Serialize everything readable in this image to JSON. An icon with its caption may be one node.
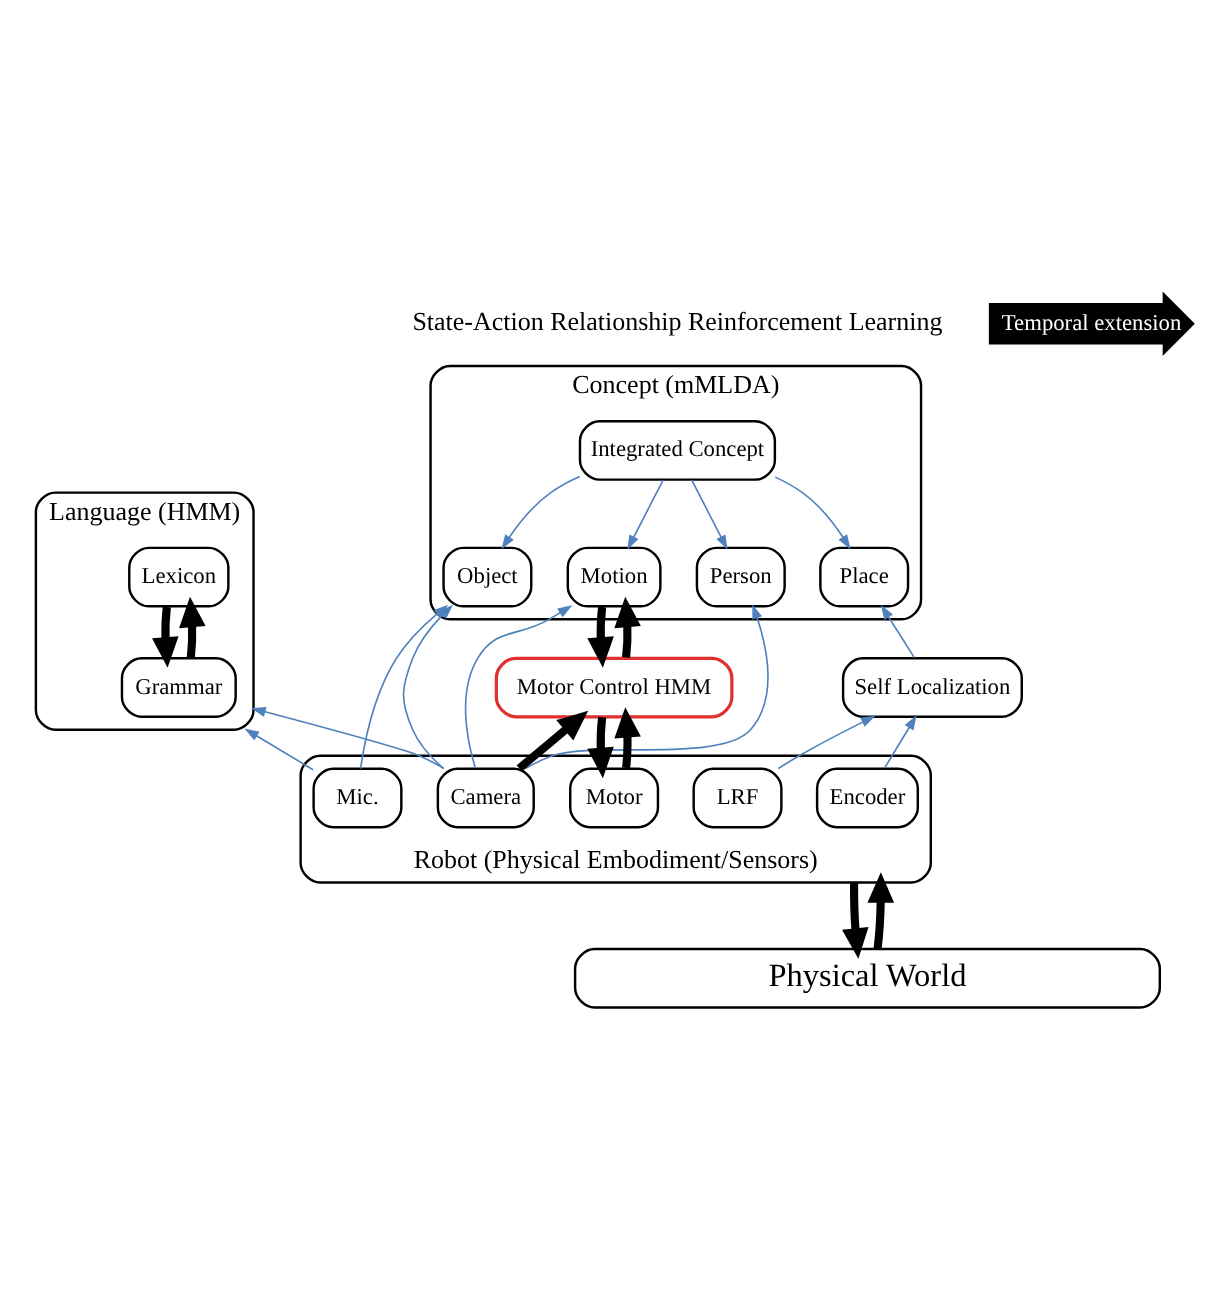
{
  "diagram": {
    "nodes": [
      {
        "text": [
          "Concept (mMLDA)"
        ]
      },
      {
        "text": [
          "Integrated Concept"
        ],
        "in": 0
      },
      {
        "text": [
          "Person"
        ],
        "in": 0
      },
      {
        "text": [
          "Motion"
        ],
        "in": 0
      },
      {
        "text": [
          "Object"
        ],
        "in": 0
      },
      {
        "text": [
          "Place"
        ],
        "in": 0
      },
      {
        "text": [
          "Language (HMM)"
        ]
      },
      {
        "text": [
          "Lexicon"
        ],
        "in": 6
      },
      {
        "text": [
          "Grammar"
        ],
        "in": 6
      },
      {
        "text": [
          "Motor Control HMM"
        ]
      },
      {
        "text": [
          "Self Localization"
        ]
      },
      {
        "text": [
          "Robot (Physical Embodiment/Sensors)"
        ]
      },
      {
        "text": [
          "Camera"
        ],
        "in": 11
      },
      {
        "text": [
          "Motor"
        ],
        "in": 11
      },
      {
        "text": [
          "Encoder"
        ],
        "in": 11
      },
      {
        "text": [
          "LRF"
        ],
        "in": 11
      },
      {
        "text": [
          "Mic."
        ],
        "in": 11
      },
      {
        "text": [
          "Physical World"
        ]
      }
    ],
    "edges": [
      {
        "from": 1,
        "to": 2,
        "arrow": "to"
      },
      {
        "from": 1,
        "to": 3,
        "arrow": "to"
      },
      {
        "from": 1,
        "to": 4,
        "arrow": "to"
      },
      {
        "from": 1,
        "to": 5,
        "arrow": "to"
      },
      {
        "from": 3,
        "to": 9,
        "arrow": "to",
        "style": "thick",
        "color": "#000000"
      },
      {
        "from": 9,
        "to": 3,
        "arrow": "to",
        "style": "thick",
        "color": "#000000"
      },
      {
        "from": 7,
        "to": 8,
        "arrow": "to",
        "style": "thick",
        "color": "#000000"
      },
      {
        "from": 8,
        "to": 7,
        "arrow": "to",
        "style": "thick",
        "color": "#000000"
      },
      {
        "from": 12,
        "to": 2,
        "arrow": "to"
      },
      {
        "from": 12,
        "to": 3,
        "arrow": "to"
      },
      {
        "from": 12,
        "to": 4,
        "arrow": "to"
      },
      {
        "from": 12,
        "to": 6,
        "arrow": "to"
      },
      {
        "from": 10,
        "to": 5,
        "arrow": "to"
      },
      {
        "from": 12,
        "to": 9,
        "arrow": "to",
        "style": "thick",
        "color": "#000000"
      },
      {
        "from": 9,
        "to": 13,
        "arrow": "to",
        "style": "thick",
        "color": "#000000"
      },
      {
        "from": 13,
        "to": 9,
        "arrow": "to",
        "style": "thick",
        "color": "#000000"
      },
      {
        "from": 14,
        "to": 10,
        "arrow": "to"
      },
      {
        "from": 15,
        "to": 10,
        "arrow": "to"
      },
      {
        "from": 16,
        "to": 4,
        "arrow": "to"
      },
      {
        "from": 16,
        "to": 6,
        "arrow": "to"
      },
      {
        "from": 11,
        "to": 17,
        "arrow": "to",
        "style": "thick",
        "color": "#000000"
      },
      {
        "from": 17,
        "to": 11,
        "arrow": "to",
        "style": "thick",
        "color": "#000000"
      }
    ],
    "labels": [
      "Temporal extension",
      "State-Action Relationship Reinforcement Learning"
    ]
  }
}
